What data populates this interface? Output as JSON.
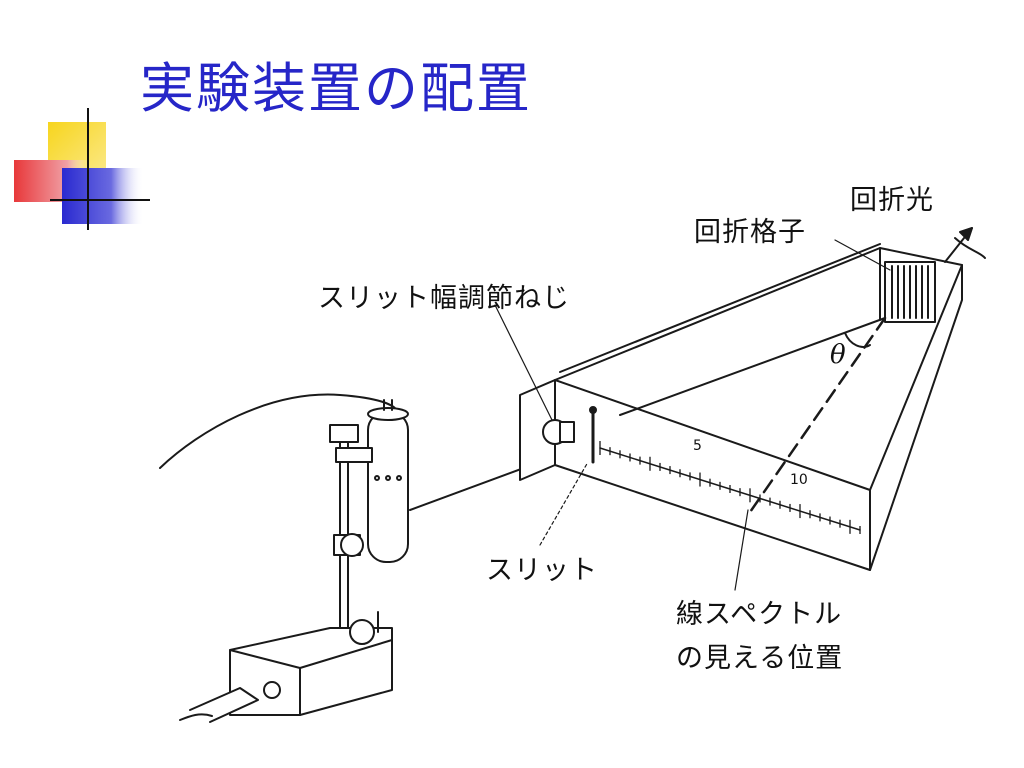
{
  "slide": {
    "title": "実験装置の配置"
  },
  "diagram": {
    "labels": {
      "diffracted_light": "回折光",
      "diffraction_grating": "回折格子",
      "slit_width_screw": "スリット幅調節ねじ",
      "slit": "スリット",
      "spectrum_position_line1": "線スペクトル",
      "spectrum_position_line2": "の見える位置",
      "angle_symbol": "θ"
    },
    "scale_numbers": [
      "5",
      "10"
    ]
  },
  "colors": {
    "title": "#2626c8",
    "deco_yellow": "#f7d51d",
    "deco_red": "#e8383a",
    "deco_blue": "#2a2ad0",
    "line": "#1a1a1a"
  }
}
